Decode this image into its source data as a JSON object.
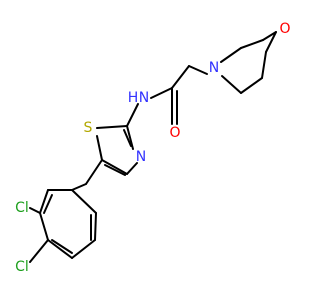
{
  "colors": {
    "bond": "#000000",
    "carbon": "#000000",
    "nitrogen": "#3333ff",
    "oxygen": "#ff0000",
    "sulfur": "#b2a800",
    "chlorine": "#1fa01f",
    "background": "#ffffff"
  },
  "atoms": {
    "amide_n": "N",
    "amide_h": "H",
    "carbonyl_o": "O",
    "morpholine_n": "N",
    "morpholine_o": "O",
    "thiazole_s": "S",
    "thiazole_n": "N",
    "cl_upper": "Cl",
    "cl_lower": "Cl"
  }
}
